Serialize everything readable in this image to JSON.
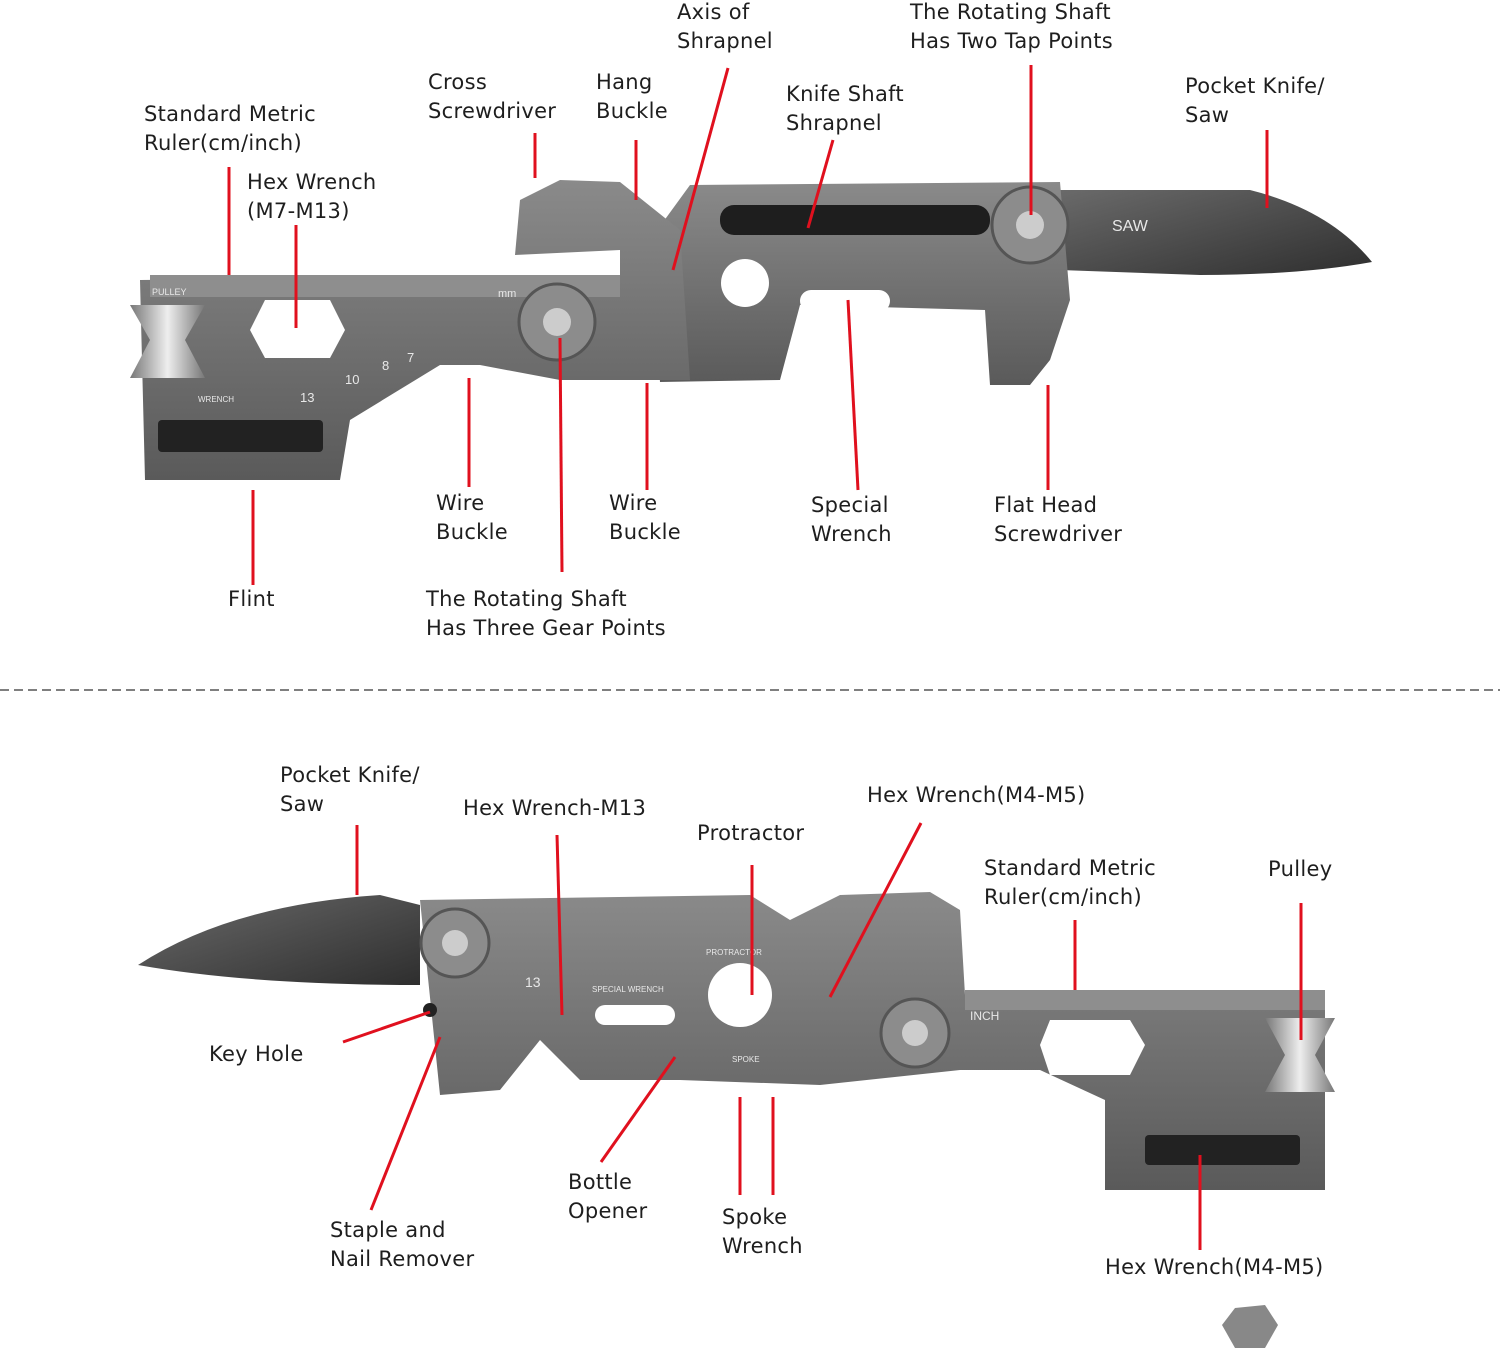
{
  "top_view": {
    "labels": {
      "axis_of_shrapnel": [
        "Axis of",
        "Shrapnel"
      ],
      "rotating_shaft_two": [
        "The Rotating  Shaft",
        "Has Two Tap Points"
      ],
      "cross_screwdriver": [
        "Cross",
        "Screwdriver"
      ],
      "hang_buckle": [
        "Hang",
        "Buckle"
      ],
      "knife_shaft_shrapnel": [
        "Knife Shaft",
        "Shrapnel"
      ],
      "pocket_knife_saw": [
        "Pocket Knife/",
        "Saw"
      ],
      "metric_ruler": [
        "Standard Metric",
        "Ruler(cm/inch)"
      ],
      "hex_wrench_m7_m13": [
        "Hex Wrench",
        "(M7-M13)"
      ],
      "wire_buckle_1": [
        "Wire",
        "Buckle"
      ],
      "wire_buckle_2": [
        "Wire",
        "Buckle"
      ],
      "special_wrench": [
        "Special",
        "Wrench"
      ],
      "flat_head_screwdriver": [
        "Flat Head",
        "Screwdriver"
      ],
      "flint": [
        "Flint"
      ],
      "rotating_shaft_three": [
        "The Rotating Shaft",
        "Has Three Gear Points"
      ]
    },
    "engravings": {
      "saw": "SAW",
      "mm": "mm",
      "ten": "10",
      "eight": "8",
      "seven": "7",
      "thirteen": "13",
      "pulley": "PULLEY",
      "wrench": "WRENCH"
    }
  },
  "bottom_view": {
    "labels": {
      "pocket_knife_saw": [
        "Pocket Knife/",
        "Saw"
      ],
      "hex_wrench_m13": [
        "Hex Wrench-M13"
      ],
      "protractor": [
        "Protractor"
      ],
      "hex_wrench_m4_m5_top": [
        "Hex Wrench(M4-M5)"
      ],
      "metric_ruler": [
        "Standard Metric",
        "Ruler(cm/inch)"
      ],
      "pulley": [
        "Pulley"
      ],
      "key_hole": [
        "Key Hole"
      ],
      "staple_nail_remover": [
        "Staple  and",
        "Nail Remover"
      ],
      "bottle_opener": [
        "Bottle",
        "Opener"
      ],
      "spoke_wrench": [
        "Spoke",
        "Wrench"
      ],
      "hex_wrench_m4_m5_bottom": [
        "Hex Wrench(M4-M5)"
      ]
    },
    "engravings": {
      "thirteen": "13",
      "inch": "INCH",
      "protractor": "PROTRACTOR",
      "special_wrench": "SPECIAL WRENCH",
      "spoke": "SPOKE"
    }
  },
  "colors": {
    "callout": "#e0101e",
    "metal": "#6e6e6e",
    "metal_dark": "#3f3f3f",
    "text": "#1e1e1e"
  }
}
